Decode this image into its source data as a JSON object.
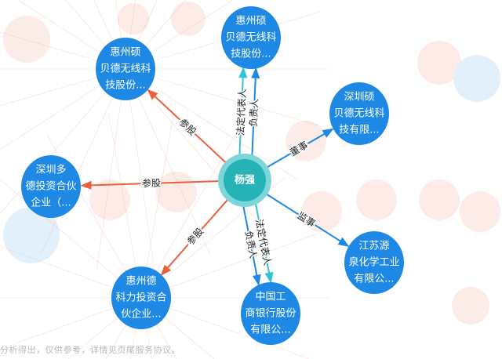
{
  "center": {
    "id": "c",
    "label": "杨强"
  },
  "nodes": [
    {
      "id": "n1",
      "lines": [
        "惠州硕",
        "贝德无线科",
        "技股份..."
      ]
    },
    {
      "id": "n2",
      "lines": [
        "惠州硕",
        "贝德无线科",
        "技股份..."
      ]
    },
    {
      "id": "n3",
      "lines": [
        "深圳硕",
        "贝德无线科",
        "技有限..."
      ]
    },
    {
      "id": "n4",
      "lines": [
        "深圳多",
        "德投资合伙",
        "企业（..."
      ]
    },
    {
      "id": "n5",
      "lines": [
        "江苏源",
        "泉化学工业",
        "有限公..."
      ]
    },
    {
      "id": "n6",
      "lines": [
        "中国工",
        "商银行股份",
        "有限公..."
      ]
    },
    {
      "id": "n7",
      "lines": [
        "惠州德",
        "科力投资合",
        "伙企业..."
      ]
    }
  ],
  "edges": [
    {
      "to": "n2",
      "label": "参股",
      "type": "share"
    },
    {
      "to": "n1",
      "label": "法定代表人",
      "type": "legal"
    },
    {
      "to": "n1",
      "label": "负责人",
      "type": "role"
    },
    {
      "to": "n3",
      "label": "董事",
      "type": "role"
    },
    {
      "to": "n4",
      "label": "参股",
      "type": "share"
    },
    {
      "to": "n5",
      "label": "监事",
      "type": "role"
    },
    {
      "to": "n6",
      "label": "法定代表人",
      "type": "legal"
    },
    {
      "to": "n6",
      "label": "负责人",
      "type": "role"
    },
    {
      "to": "n7",
      "label": "参股",
      "type": "share"
    }
  ],
  "colors": {
    "share": "#e8603c",
    "legal": "#2ec4d6",
    "role": "#1e88e5",
    "node": "#1e88e5",
    "center": "#25b3b8",
    "center_ring": "#7fd6da"
  },
  "footer": "分析得出，仅供参考，详情见页尾服务协议。"
}
